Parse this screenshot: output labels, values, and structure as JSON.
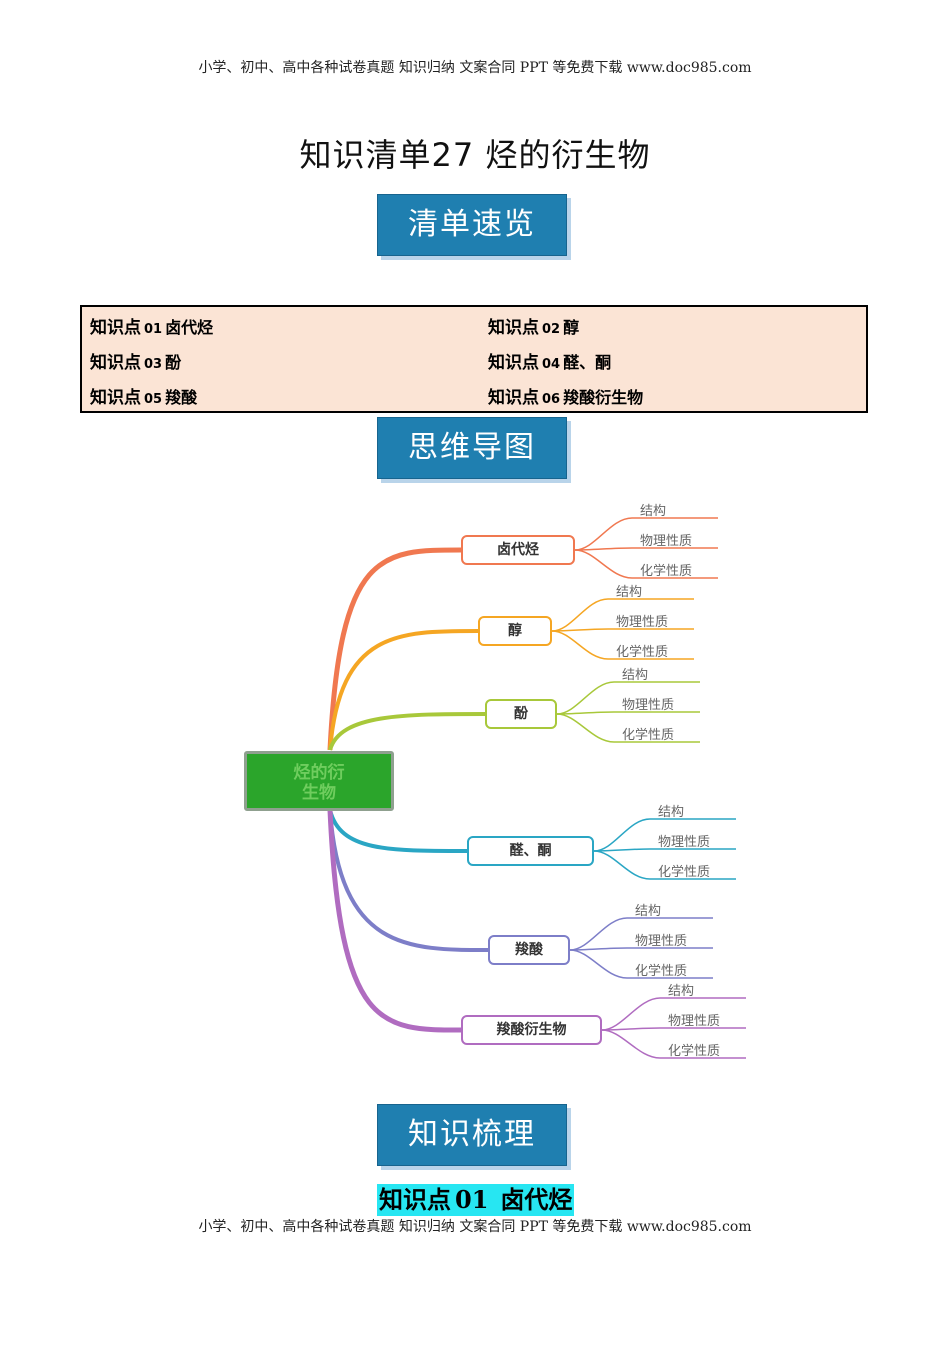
{
  "header": {
    "text": "小学、初中、高中各种试卷真题 知识归纳 文案合同 PPT 等免费下载   www.doc985.com"
  },
  "title": "知识清单27  烃的衍生物",
  "banners": {
    "overview": "清单速览",
    "mindmap": "思维导图",
    "knowledge": "知识梳理"
  },
  "knowledge_points": [
    {
      "label": "知识点",
      "num": "01",
      "name": "卤代烃"
    },
    {
      "label": "知识点",
      "num": "02",
      "name": "醇"
    },
    {
      "label": "知识点",
      "num": "03",
      "name": "酚"
    },
    {
      "label": "知识点",
      "num": "04",
      "name": "醛、酮"
    },
    {
      "label": "知识点",
      "num": "05",
      "name": "羧酸"
    },
    {
      "label": "知识点",
      "num": "06",
      "name": "羧酸衍生物"
    }
  ],
  "mindmap": {
    "center": {
      "line1": "烃的衍",
      "line2": "生物"
    },
    "branches": [
      {
        "label": "卤代烃",
        "color": "#f07850",
        "leaves": [
          "结构",
          "物理性质",
          "化学性质"
        ]
      },
      {
        "label": "醇",
        "color": "#f5a623",
        "leaves": [
          "结构",
          "物理性质",
          "化学性质"
        ]
      },
      {
        "label": "酚",
        "color": "#a8c83a",
        "leaves": [
          "结构",
          "物理性质",
          "化学性质"
        ]
      },
      {
        "label": "醛、酮",
        "color": "#2aa6c4",
        "leaves": [
          "结构",
          "物理性质",
          "化学性质"
        ]
      },
      {
        "label": "羧酸",
        "color": "#7d7ec8",
        "leaves": [
          "结构",
          "物理性质",
          "化学性质"
        ]
      },
      {
        "label": "羧酸衍生物",
        "color": "#b06cc0",
        "leaves": [
          "结构",
          "物理性质",
          "化学性质"
        ]
      }
    ]
  },
  "section": {
    "label": "知识点",
    "num": "01",
    "name": "卤代烃"
  }
}
